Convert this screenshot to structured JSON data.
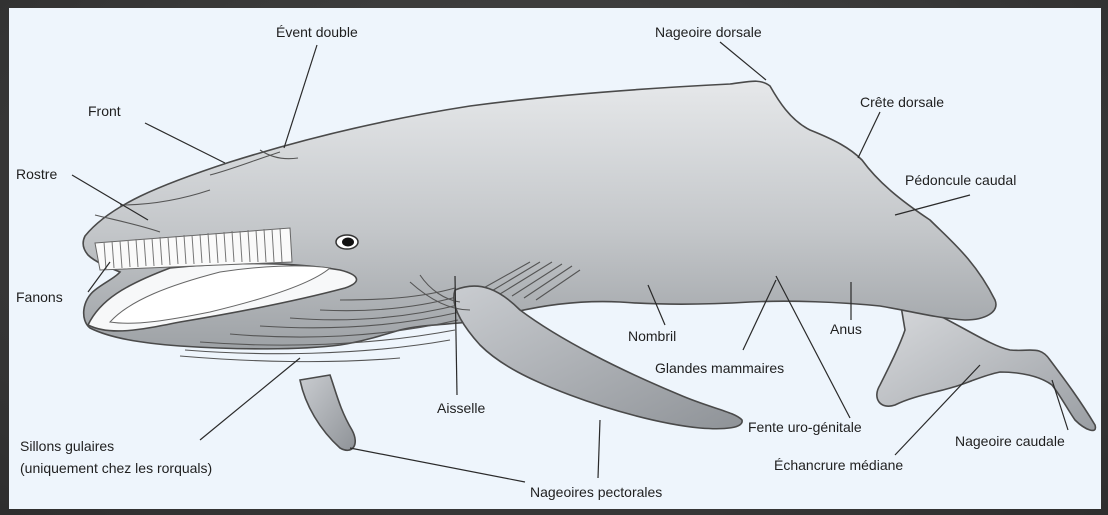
{
  "labels": {
    "event_double": "Évent double",
    "front": "Front",
    "rostre": "Rostre",
    "fanons": "Fanons",
    "sillons_line1": "Sillons gulaires",
    "sillons_line2": "(uniquement chez les rorquals)",
    "nageoire_dorsale": "Nageoire dorsale",
    "crete_dorsale": "Crête dorsale",
    "pedoncule_caudal": "Pédoncule caudal",
    "nombril": "Nombril",
    "anus": "Anus",
    "glandes_mammaires": "Glandes mammaires",
    "aisselle": "Aisselle",
    "fente_uro_genitale": "Fente uro-génitale",
    "nageoire_caudale": "Nageoire caudale",
    "echancrure_mediane": "Échancrure médiane",
    "nageoires_pectorales": "Nageoires pectorales"
  },
  "colors": {
    "body_light": "#e4e6e8",
    "body_dark": "#a9acb0",
    "panel_bg": "#eef5fc",
    "frame_bg": "#3b3b3b"
  }
}
